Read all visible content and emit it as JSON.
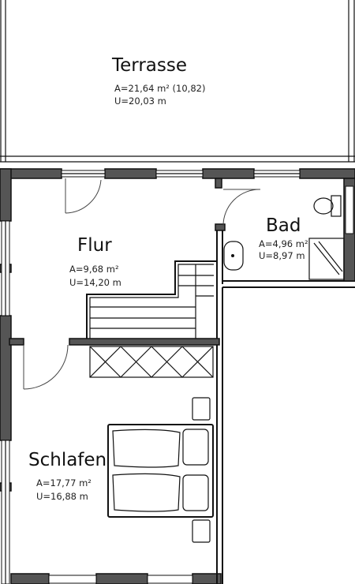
{
  "rooms": {
    "terrasse": {
      "name": "Terrasse",
      "area": "A=21,64 m² (10,82)",
      "perimeter": "U=20,03 m"
    },
    "flur": {
      "name": "Flur",
      "area": "A=9,68 m²",
      "perimeter": "U=14,20 m"
    },
    "bad": {
      "name": "Bad",
      "area": "A=4,96 m²",
      "perimeter": "U=8,97 m"
    },
    "schlafen": {
      "name": "Schlafen",
      "area": "A=17,77 m²",
      "perimeter": "U=16,88 m"
    }
  },
  "colors": {
    "wall_fill": "#555555",
    "line": "#111111",
    "background": "#ffffff"
  }
}
